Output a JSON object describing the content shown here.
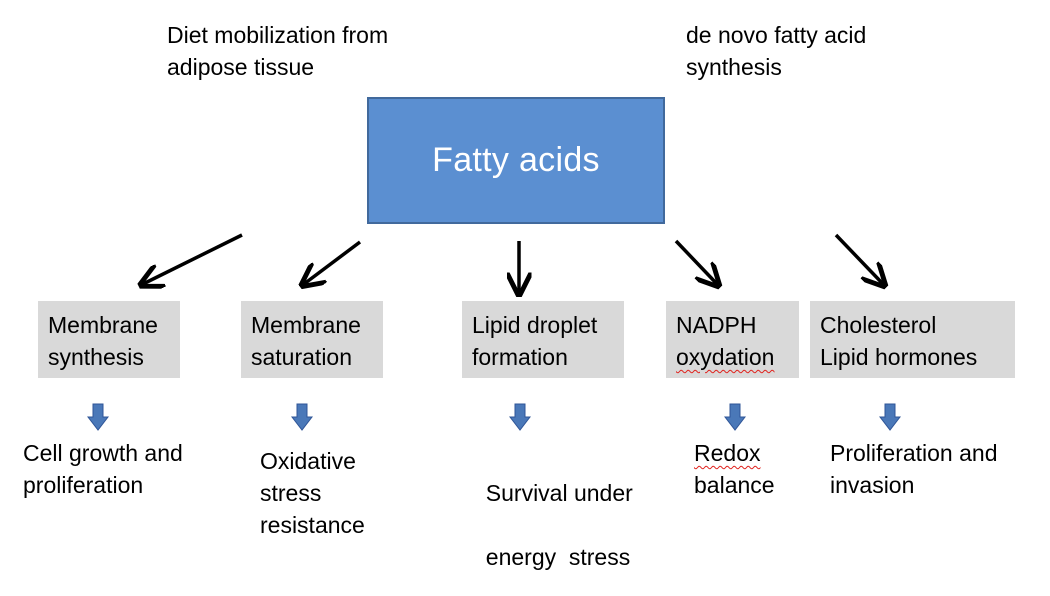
{
  "sources": {
    "left": [
      "Diet mobilization from",
      "adipose tissue"
    ],
    "right": [
      "de novo fatty acid",
      "synthesis"
    ]
  },
  "center": {
    "label": "Fatty acids"
  },
  "branches": [
    {
      "process": [
        "Membrane",
        "synthesis"
      ],
      "outcome": [
        "Cell growth and",
        "proliferation"
      ]
    },
    {
      "process": [
        "Membrane",
        "saturation"
      ],
      "outcome": [
        "Oxidative",
        "stress",
        "resistance"
      ]
    },
    {
      "process": [
        "Lipid droplet",
        "formation"
      ],
      "outcome": [
        "Survival under",
        "energy  stress"
      ]
    },
    {
      "process": [
        "NADPH",
        "oxydation"
      ],
      "outcome": [
        "Redox",
        "balance"
      ]
    },
    {
      "process": [
        "Cholesterol",
        "Lipid hormones"
      ],
      "outcome": [
        "Proliferation and",
        "invasion"
      ]
    }
  ],
  "colors": {
    "center_fill": "#5b8fd1",
    "center_border": "#41699c",
    "box_fill": "#d9d9d9",
    "block_arrow": "#4a78b8"
  }
}
